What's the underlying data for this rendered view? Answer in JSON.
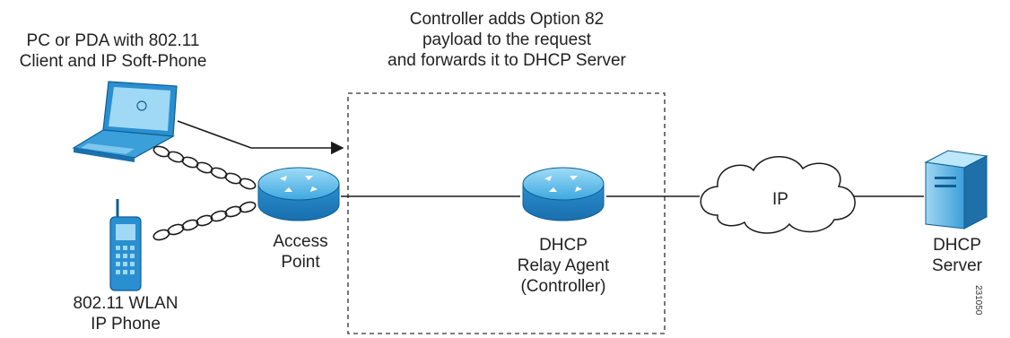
{
  "labels": {
    "client": {
      "line1": "PC or PDA with 802.11",
      "line2": "Client and IP Soft-Phone"
    },
    "controller_note": {
      "line1": "Controller adds Option 82",
      "line2": "payload to the request",
      "line3": "and forwards it to DHCP Server"
    },
    "access_point": {
      "line1": "Access",
      "line2": "Point"
    },
    "relay_agent": {
      "line1": "DHCP",
      "line2": "Relay Agent",
      "line3": "(Controller)"
    },
    "ip_cloud": "IP",
    "dhcp_server": {
      "line1": "DHCP",
      "line2": "Server"
    },
    "wlan_phone": {
      "line1": "802.11 WLAN",
      "line2": "IP Phone"
    },
    "figure_id": "231050"
  },
  "icons": [
    "laptop-icon",
    "wireless-signal-icon",
    "ip-phone-icon",
    "router-icon",
    "cloud-icon",
    "server-icon"
  ],
  "colors": {
    "device_fill": "#2a8fd0",
    "device_light": "#8fd0f2",
    "line": "#1a1a1a",
    "dashed_box": "#555555"
  }
}
